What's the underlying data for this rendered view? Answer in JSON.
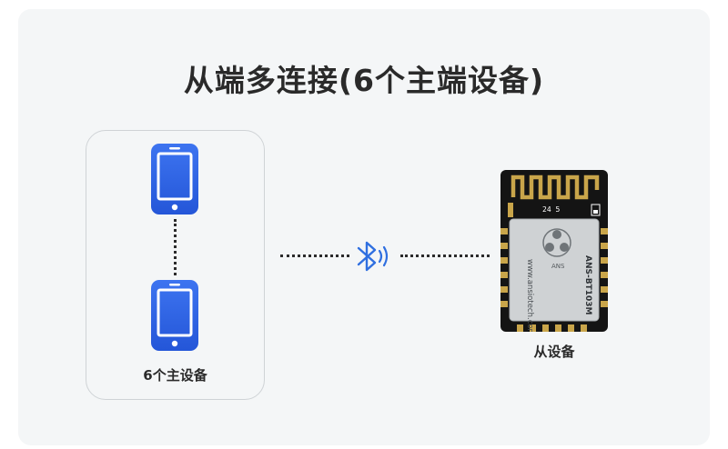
{
  "title": "从端多连接(6个主端设备)",
  "master_group": {
    "label": "6个主设备",
    "phone_icon": "smartphone-icon"
  },
  "connection": {
    "icon": "bluetooth-icon",
    "color": "#2f6fe0"
  },
  "slave": {
    "label": "从设备",
    "module_icon": "ble-module-icon",
    "model": "ANS-BT103M",
    "website": "www.ansiotech.com",
    "silk": "24 5",
    "logo_text": "ANS"
  },
  "colors": {
    "phone_blue": "#2f5fe0",
    "dots": "#2b2b2b",
    "pcb": "#141414",
    "antenna_gold": "#c9a54a",
    "shield": "#cfd2d4"
  }
}
